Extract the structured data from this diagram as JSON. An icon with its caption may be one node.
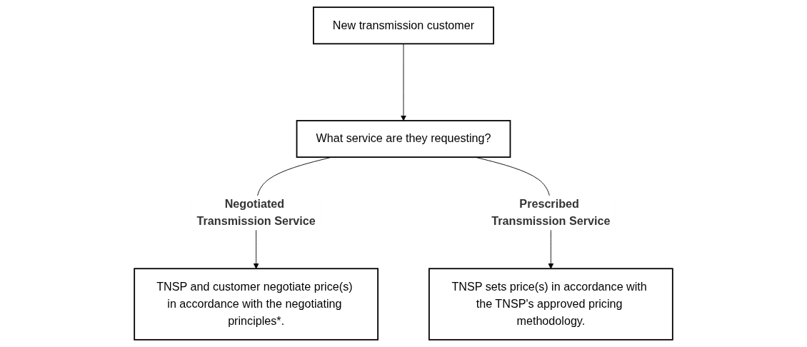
{
  "diagram": {
    "nodes": [
      {
        "text": [
          "New transmission customer"
        ]
      },
      {
        "text": [
          "What service are they requesting?"
        ]
      },
      {
        "text": [
          "TNSP and customer negotiate price(s) in accordance with the negotiating principles*."
        ]
      },
      {
        "text": [
          "TNSP sets price(s) in accordance with the TNSP's approved pricing methodology."
        ]
      }
    ],
    "edges": [
      {
        "from": 0,
        "to": 1,
        "arrow": "to"
      },
      {
        "from": 1,
        "to": 2,
        "arrow": "to",
        "label": "Negotiated Transmission Service"
      },
      {
        "from": 1,
        "to": 3,
        "arrow": "to",
        "label": "Prescribed Transmission Service"
      }
    ]
  }
}
